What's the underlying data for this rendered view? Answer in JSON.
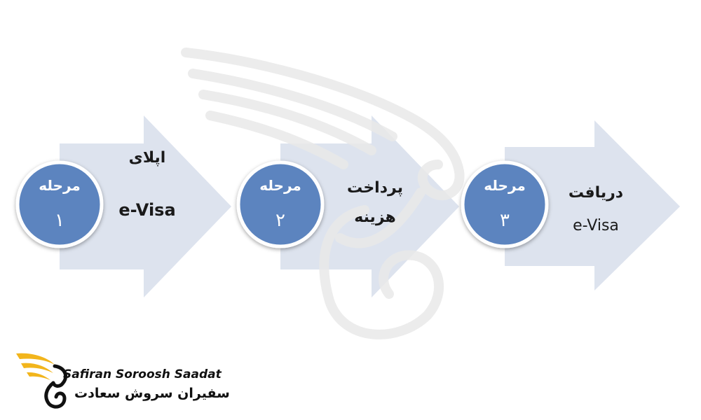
{
  "steps": [
    {
      "badge_title": "مرحله",
      "badge_number": "۱",
      "text_line1": "اپلای",
      "text_line2": "e-Visa"
    },
    {
      "badge_title": "مرحله",
      "badge_number": "۲",
      "text_line1": "پرداخت",
      "text_line2": "هزینه"
    },
    {
      "badge_title": "مرحله",
      "badge_number": "۳",
      "text_line1": "دریافت",
      "text_line2": "e-Visa"
    }
  ],
  "logo": {
    "name_en": "Safiran Soroosh Saadat",
    "name_fa": "سفیران سروش سعادت"
  },
  "colors": {
    "arrow_fill": "#dde3ee",
    "badge_fill": "#5b84bf",
    "badge_ring": "#ffffff",
    "logo_wing": "#f2b51c",
    "watermark": "#e6e6e6"
  }
}
